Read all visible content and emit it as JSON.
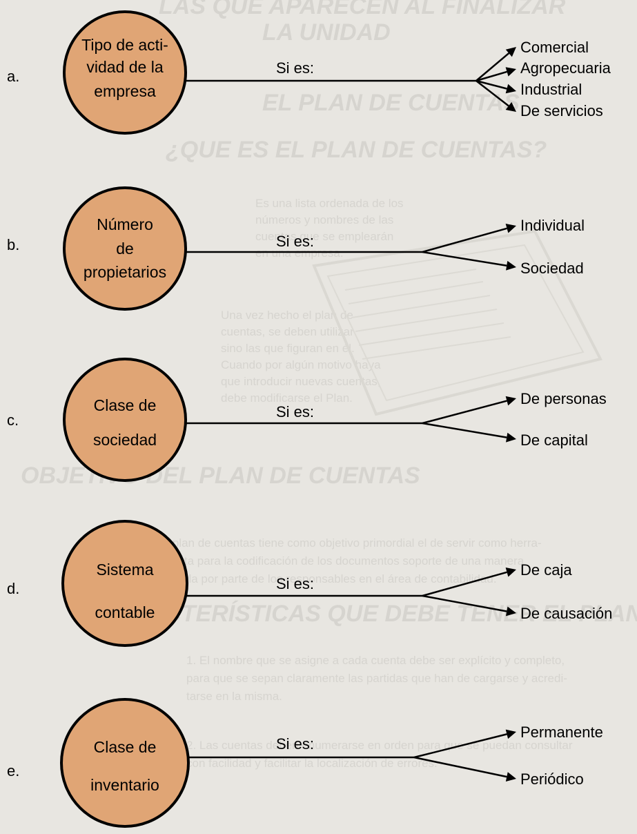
{
  "background_faded_text": {
    "top_heading_1": "LAS QUE APARECEN AL FINALIZAR",
    "top_heading_2": "LA UNIDAD",
    "heading_plan": "EL PLAN DE CUENTAS",
    "heading_que_es": "¿QUE ES EL PLAN DE CUENTAS?",
    "para1": [
      "Es una lista ordenada de los",
      "números y nombres de las",
      "cuentas que se emplearán",
      "en una empresa."
    ],
    "para2": [
      "Una vez hecho el plan de",
      "cuentas, se deben utilizar",
      "sino las que figuran en él.",
      "Cuando por algún motivo haya",
      "que introducir nuevas cuentas,",
      "debe modificarse el Plan."
    ],
    "heading_objetivo": "OBJETIVO DEL PLAN DE CUENTAS",
    "para3": [
      "El plan de cuentas tiene como objetivo primordial el de servir como herra-",
      "mienta para la codificación de los documentos soporte de una manera",
      "sencilla por parte de los responsables en el área de contabilidad."
    ],
    "heading_caract": "CARACTERÍSTICAS QUE DEBE TENER EL PLAN",
    "item1": [
      "1. El nombre que se asigne a cada cuenta debe ser explícito y completo,",
      "para que se sepan claramente las partidas que han de cargarse y acredi-",
      "tarse en la misma."
    ],
    "item2": [
      "2. Las cuentas deben enumerarse en orden para que se puedan consultar",
      "con facilidad y facilitar la localización de errores."
    ]
  },
  "classifications": [
    {
      "letter": "a.",
      "circle_lines": [
        "Tipo de acti-",
        "vidad de la",
        "empresa"
      ],
      "connector": "Si es:",
      "options": [
        "Comercial",
        "Agropecuaria",
        "Industrial",
        "De servicios"
      ]
    },
    {
      "letter": "b.",
      "circle_lines": [
        "Número",
        "de",
        "propietarios"
      ],
      "connector": "Si es:",
      "options": [
        "Individual",
        "Sociedad"
      ]
    },
    {
      "letter": "c.",
      "circle_lines": [
        "Clase de",
        "sociedad"
      ],
      "connector": "Si es:",
      "options": [
        "De personas",
        "De capital"
      ]
    },
    {
      "letter": "d.",
      "circle_lines": [
        "Sistema",
        "contable"
      ],
      "connector": "Si es:",
      "options": [
        "De caja",
        "De causación"
      ]
    },
    {
      "letter": "e.",
      "circle_lines": [
        "Clase de",
        "inventario"
      ],
      "connector": "Si es:",
      "options": [
        "Permanente",
        "Periódico"
      ]
    }
  ],
  "colors": {
    "circle_fill": "#e0a575",
    "background": "#e8e6e1",
    "faded_text": "#d6d4cf"
  }
}
